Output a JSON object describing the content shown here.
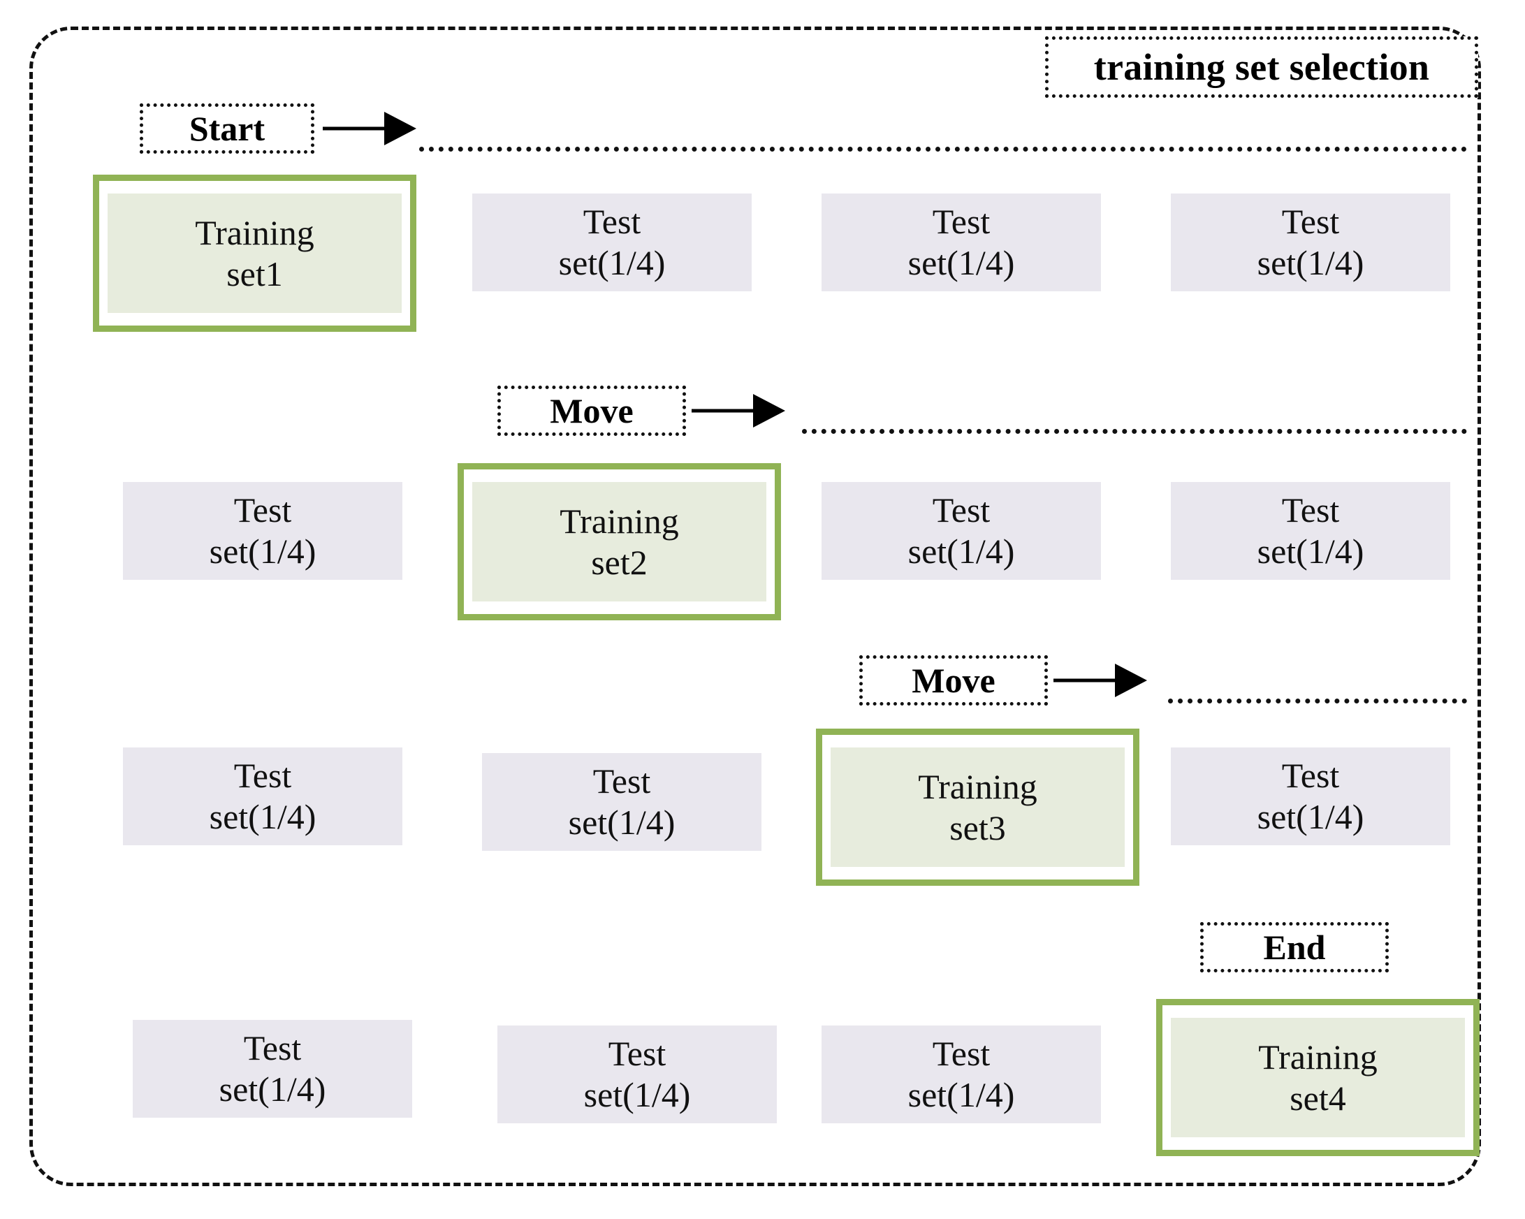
{
  "diagram": {
    "title": "training set selection",
    "kind": "k-fold cross validation training set selection",
    "colors": {
      "training_border": "#90b355",
      "training_fill": "#e7ecdd",
      "test_fill": "#e9e7ee",
      "frame": "#111111",
      "text": "#111111",
      "background": "#ffffff"
    },
    "labels": {
      "start": "Start",
      "move_1": "Move",
      "move_2": "Move",
      "end": "End"
    },
    "icons": {
      "arrow": "arrow-right-icon"
    },
    "rows": [
      {
        "index": 1,
        "step_label": "Start",
        "training_column": 1,
        "cells": [
          {
            "type": "training",
            "line1": "Training",
            "line2": "set1"
          },
          {
            "type": "test",
            "line1": "Test",
            "line2": "set(1/4)"
          },
          {
            "type": "test",
            "line1": "Test",
            "line2": "set(1/4)"
          },
          {
            "type": "test",
            "line1": "Test",
            "line2": "set(1/4)"
          }
        ]
      },
      {
        "index": 2,
        "step_label": "Move",
        "training_column": 2,
        "cells": [
          {
            "type": "test",
            "line1": "Test",
            "line2": "set(1/4)"
          },
          {
            "type": "training",
            "line1": "Training",
            "line2": "set2"
          },
          {
            "type": "test",
            "line1": "Test",
            "line2": "set(1/4)"
          },
          {
            "type": "test",
            "line1": "Test",
            "line2": "set(1/4)"
          }
        ]
      },
      {
        "index": 3,
        "step_label": "Move",
        "training_column": 3,
        "cells": [
          {
            "type": "test",
            "line1": "Test",
            "line2": "set(1/4)"
          },
          {
            "type": "test",
            "line1": "Test",
            "line2": "set(1/4)"
          },
          {
            "type": "training",
            "line1": "Training",
            "line2": "set3"
          },
          {
            "type": "test",
            "line1": "Test",
            "line2": "set(1/4)"
          }
        ]
      },
      {
        "index": 4,
        "step_label": "End",
        "training_column": 4,
        "cells": [
          {
            "type": "test",
            "line1": "Test",
            "line2": "set(1/4)"
          },
          {
            "type": "test",
            "line1": "Test",
            "line2": "set(1/4)"
          },
          {
            "type": "test",
            "line1": "Test",
            "line2": "set(1/4)"
          },
          {
            "type": "training",
            "line1": "Training",
            "line2": "set4"
          }
        ]
      }
    ]
  }
}
